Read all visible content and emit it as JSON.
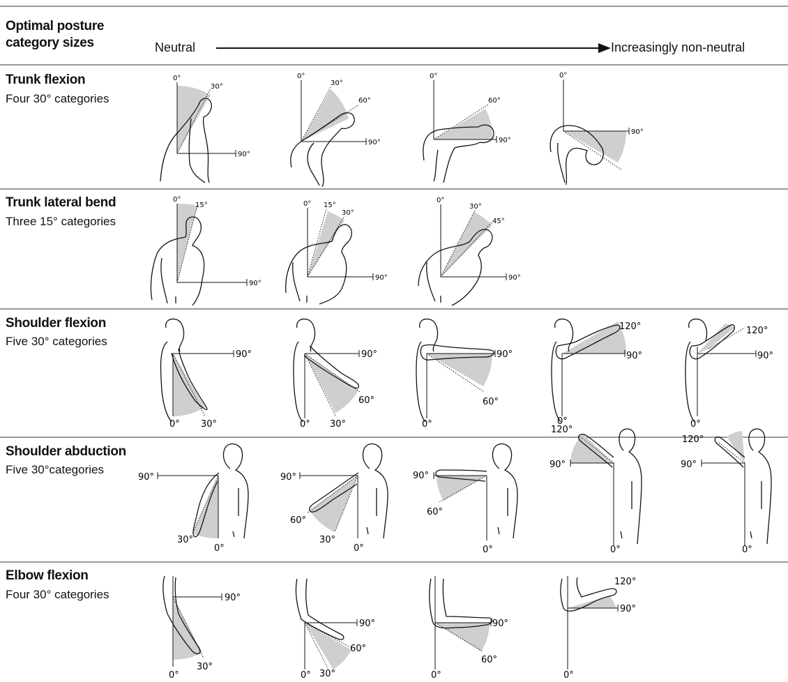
{
  "header": {
    "title_line1": "Optimal posture",
    "title_line2": "category sizes",
    "neutral": "Neutral",
    "non_neutral": "Increasingly non-neutral"
  },
  "rows": [
    {
      "title": "Trunk flexion",
      "subtitle": "Four 30° categories"
    },
    {
      "title": "Trunk lateral bend",
      "subtitle": "Three 15° categories"
    },
    {
      "title": "Shoulder flexion",
      "subtitle": "Five 30° categories"
    },
    {
      "title": "Shoulder abduction",
      "subtitle": "Five 30°categories"
    },
    {
      "title": "Elbow flexion",
      "subtitle": "Four 30° categories"
    }
  ],
  "angle_labels": {
    "zero": "0°",
    "fifteen": "15°",
    "thirty": "30°",
    "fortyfive": "45°",
    "sixty": "60°",
    "ninety": "90°",
    "onetwenty": "120°"
  },
  "colors": {
    "sector_fill": "#cfcfcf",
    "rule": "#9a9a9a",
    "ink": "#111111"
  }
}
